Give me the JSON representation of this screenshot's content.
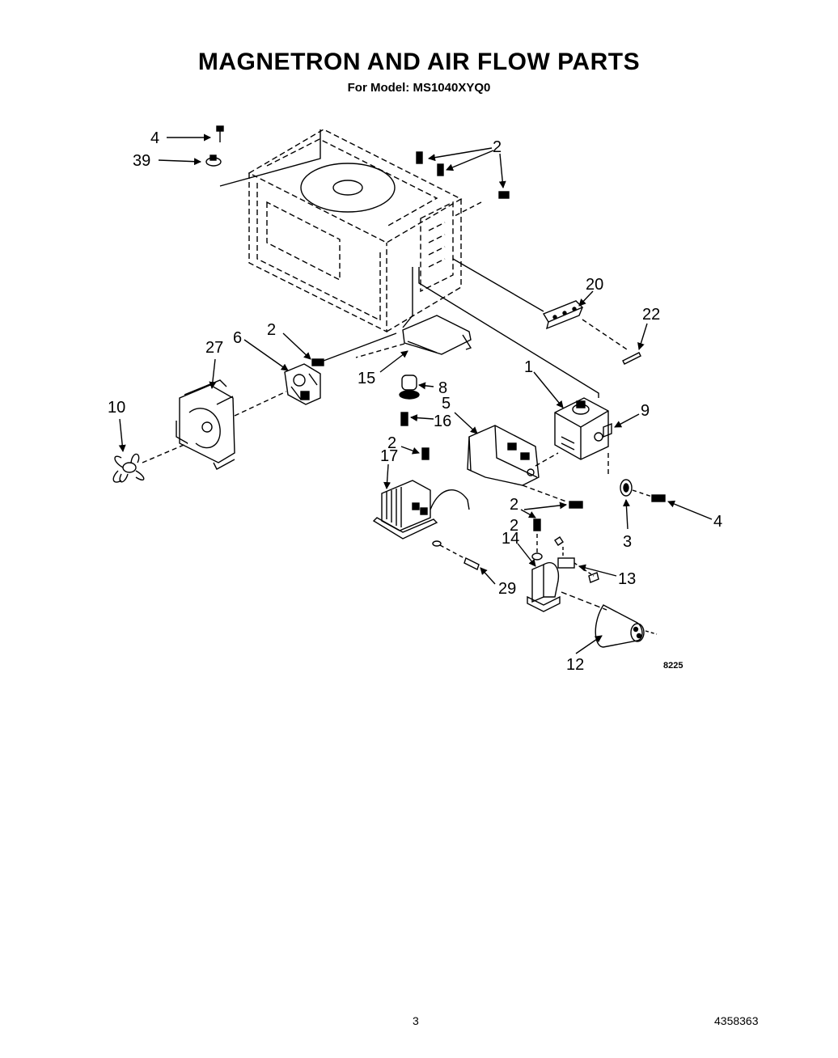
{
  "header": {
    "title": "MAGNETRON AND AIR FLOW PARTS",
    "subtitle": "For Model: MS1040XYQ0"
  },
  "callouts": {
    "c4a": "4",
    "c39": "39",
    "c2a": "2",
    "c20": "20",
    "c22": "22",
    "c2b": "2",
    "c27": "27",
    "c6": "6",
    "c10": "10",
    "c15": "15",
    "c8": "8",
    "c5": "5",
    "c16": "16",
    "c1": "1",
    "c9": "9",
    "c2c": "2",
    "c17": "17",
    "c2d": "2",
    "c3": "3",
    "c4b": "4",
    "c2e": "2",
    "c14": "14",
    "c13": "13",
    "c29": "29",
    "c12": "12"
  },
  "diagram_code": "8225",
  "footer": {
    "page_number": "3",
    "document_number": "4358363"
  }
}
